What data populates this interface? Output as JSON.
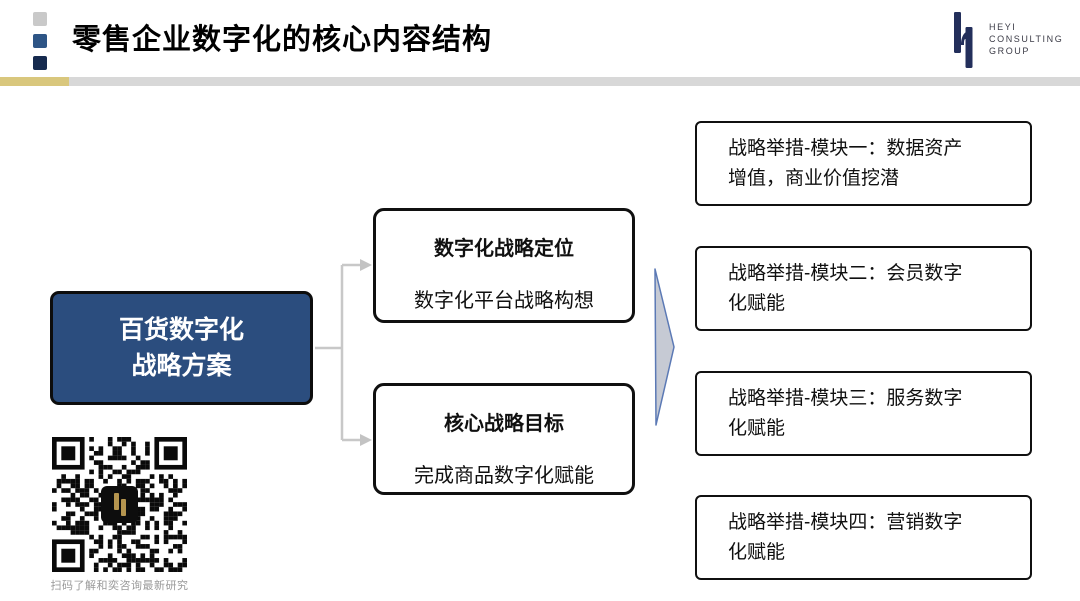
{
  "slide": {
    "title": "零售企业数字化的核心内容结构",
    "logo": {
      "line1": "HEYI",
      "line2": "CONSULTING",
      "line3": "GROUP"
    },
    "colors": {
      "accent_gold": "#d9c77d",
      "root_box_navy": "#2b4d7e",
      "header_square_light": "#c9c9c9",
      "header_square_mid": "#2e5586",
      "header_square_dark": "#152a4e",
      "connector_gray": "#c8c8c8",
      "flow_arrow_fill": "#c6cad4",
      "flow_arrow_stroke": "#5b79b5",
      "logo_navy": "#232f5b"
    }
  },
  "diagram": {
    "root_box": {
      "line1": "百货数字化",
      "line2": "战略方案"
    },
    "strategy_boxes": [
      {
        "title": "数字化战略定位",
        "subtitle": "数字化平台战略构想"
      },
      {
        "title": "核心战略目标",
        "subtitle": "完成商品数字化赋能"
      }
    ],
    "module_boxes": [
      {
        "label": "战略举措-模块一：数据资产增值，商业价值挖潜"
      },
      {
        "label": "战略举措-模块二：会员数字化赋能"
      },
      {
        "label": "战略举措-模块三：服务数字化赋能"
      },
      {
        "label": "战略举措-模块四：营销数字化赋能"
      }
    ]
  },
  "footer": {
    "qr_caption": "扫码了解和奕咨询最新研究"
  }
}
